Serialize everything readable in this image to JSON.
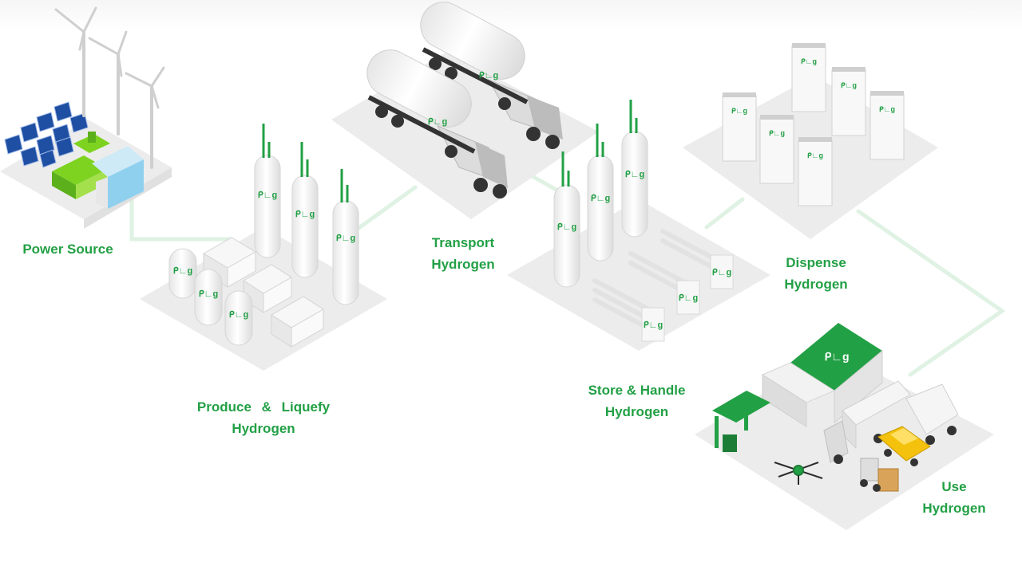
{
  "stages": {
    "power": {
      "line1": "Power Source"
    },
    "produce": {
      "line1": "Produce  &  Liquefy",
      "line2": "Hydrogen"
    },
    "transport": {
      "line1": "Transport",
      "line2": "Hydrogen"
    },
    "store": {
      "line1": "Store & Handle",
      "line2": "Hydrogen"
    },
    "dispense": {
      "line1": "Dispense",
      "line2": "Hydrogen"
    },
    "use": {
      "line1": "Use",
      "line2": "Hydrogen"
    }
  },
  "brand_mark": "PLUG",
  "colors": {
    "brand_green": "#22a045",
    "platform": "#ececec",
    "connector": "#dff2e3",
    "solar_blue": "#1f4fa3"
  }
}
